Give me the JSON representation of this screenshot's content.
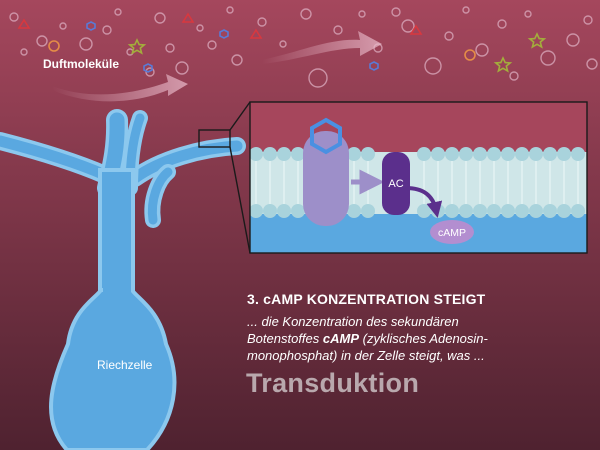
{
  "labels": {
    "odor_molecules": "Duftmoleküle",
    "olfactory_cell": "Riechzelle",
    "enzyme": "AC",
    "messenger": "cAMP"
  },
  "step": {
    "title": "3. cAMP KONZENTRATION STEIGT",
    "line1": "... die Konzentration des sekundären",
    "line2_pre": "Botenstoffes ",
    "line2_bold": "cAMP",
    "line2_post": " (zyklisches Adenosin-",
    "line3": "monophosphat) in der Zelle steigt, was ..."
  },
  "keyword": "Transduktion",
  "colors": {
    "background_top": "#a5475d",
    "background_bottom": "#4f2230",
    "cell": "#5aa8e0",
    "cell_outline": "#8cc8ee",
    "membrane": "#cfe6e8",
    "lipid_head": "#a9d3dc",
    "receptor": "#9d8fc9",
    "enzyme": "#5b2f8c",
    "camp": "#b38ed0",
    "keyword": "#b9a8ad"
  }
}
